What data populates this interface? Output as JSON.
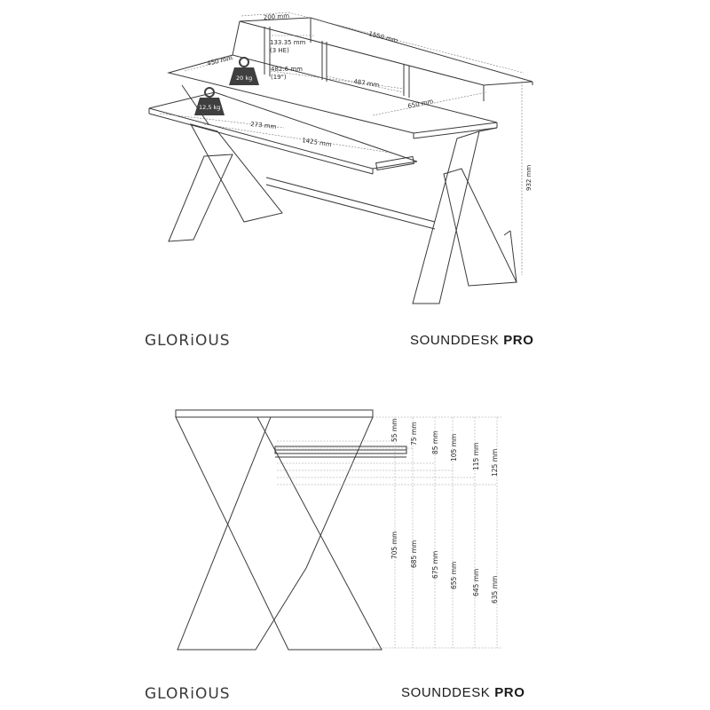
{
  "top_view": {
    "dims": {
      "width_total": "1550 mm",
      "shelf_depth": "200 mm",
      "rack_height": "133.35 mm",
      "rack_he": "(3 HE)",
      "desk_depth": "450 mm",
      "rack_width": "482.6 mm",
      "rack_inch": "(19\")",
      "center_width": "487 mm",
      "side_width": "650 mm",
      "tray_depth": "273 mm",
      "tray_width": "1425 mm",
      "height_total": "932 mm"
    },
    "weights": {
      "shelf_load": "20 kg",
      "tray_load": "12,5 kg"
    }
  },
  "side_view": {
    "top_dims": [
      "55 mm",
      "75 mm",
      "85 mm",
      "105 mm",
      "115 mm",
      "125 mm"
    ],
    "bottom_dims": [
      "705 mm",
      "685 mm",
      "675 mm",
      "655 mm",
      "645 mm",
      "635 mm"
    ]
  },
  "branding": {
    "brand_top": "GLORiOUS",
    "product_top_light": "SOUNDDESK ",
    "product_top_bold": "PRO",
    "brand_bottom": "GLORiOUS",
    "product_bottom_light": "SOUNDDESK ",
    "product_bottom_bold": "PRO"
  },
  "colors": {
    "line": "#3a3a3a",
    "weight_fill": "#3f3f3f",
    "dim_line": "#777777"
  }
}
